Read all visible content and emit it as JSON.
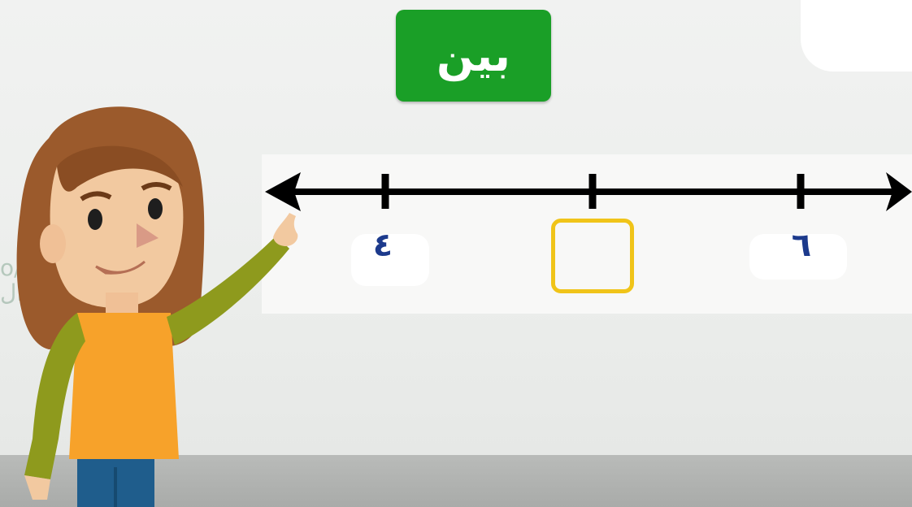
{
  "title": "بين",
  "number_line": {
    "ticks": [
      {
        "label": "٤"
      },
      {
        "label": ""
      },
      {
        "label": "٦"
      }
    ],
    "answer_box": "empty"
  },
  "watermark": {
    "line1": "o/sa",
    "line2": "ال"
  },
  "colors": {
    "title_bg": "#1a9f27",
    "title_text": "#ffffff",
    "tick_label": "#1c3a8c",
    "answer_box_border": "#f0c419",
    "line": "#000000"
  },
  "illustration": "girl-character-pointing-at-number-line"
}
